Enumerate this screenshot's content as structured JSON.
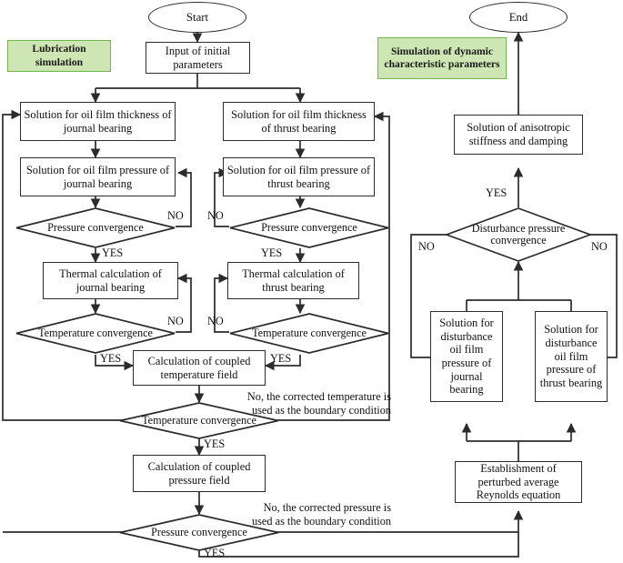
{
  "diagram": {
    "title": "Lubrication and dynamic characteristic simulation flowchart",
    "legends": [
      {
        "id": "lubrication",
        "label": "Lubrication simulation",
        "fill": "#cde6b4",
        "stroke": "#76b349"
      },
      {
        "id": "dynamic",
        "label": "Simulation of dynamic characteristic parameters",
        "fill": "#cde6b4",
        "stroke": "#76b349"
      }
    ],
    "terminals": [
      {
        "id": "start",
        "label": "Start"
      },
      {
        "id": "end",
        "label": "End"
      }
    ],
    "processes": [
      {
        "id": "input-initial-parameters",
        "label": "Input of initial parameters"
      },
      {
        "id": "oil-film-thickness-journal",
        "label": "Solution for oil film thickness of journal bearing"
      },
      {
        "id": "oil-film-thickness-thrust",
        "label": "Solution for oil film thickness of thrust bearing"
      },
      {
        "id": "oil-film-pressure-journal",
        "label": "Solution for oil film pressure of journal bearing"
      },
      {
        "id": "oil-film-pressure-thrust",
        "label": "Solution for oil film pressure of thrust bearing"
      },
      {
        "id": "thermal-calculation-journal",
        "label": "Thermal calculation of journal bearing"
      },
      {
        "id": "thermal-calculation-thrust",
        "label": "Thermal calculation of thrust bearing"
      },
      {
        "id": "coupled-temperature-field",
        "label": "Calculation of coupled temperature field"
      },
      {
        "id": "coupled-pressure-field",
        "label": "Calculation of coupled pressure field"
      },
      {
        "id": "anisotropic-stiffness-damping",
        "label": "Solution of anisotropic stiffness and damping"
      },
      {
        "id": "disturbance-pressure-journal",
        "label": "Solution for disturbance oil film pressure of journal bearing"
      },
      {
        "id": "disturbance-pressure-thrust",
        "label": "Solution for disturbance oil film pressure of thrust bearing"
      },
      {
        "id": "perturbed-reynolds-equation",
        "label": "Establishment of perturbed average Reynolds equation"
      }
    ],
    "decisions": [
      {
        "id": "pressure-convergence-journal",
        "label": "Pressure convergence"
      },
      {
        "id": "pressure-convergence-thrust",
        "label": "Pressure convergence"
      },
      {
        "id": "temperature-convergence-journal",
        "label": "Temperature convergence"
      },
      {
        "id": "temperature-convergence-thrust",
        "label": "Temperature convergence"
      },
      {
        "id": "temperature-convergence-coupled",
        "label": "Temperature convergence"
      },
      {
        "id": "pressure-convergence-coupled",
        "label": "Pressure convergence"
      },
      {
        "id": "disturbance-pressure-convergence",
        "label": "Disturbance pressure convergence"
      }
    ],
    "edge_labels": {
      "yes": "YES",
      "no": "NO",
      "pc_journal_no": "NO",
      "pc_journal_yes": "YES",
      "pc_thrust_no": "NO",
      "pc_thrust_yes": "YES",
      "tc_journal_no": "NO",
      "tc_journal_yes": "YES",
      "tc_thrust_no": "NO",
      "tc_thrust_yes": "YES",
      "tc_coupled_yes": "YES",
      "pc_coupled_yes": "YES",
      "dpc_yes": "YES",
      "dpc_no_left": "NO",
      "dpc_no_right": "NO"
    },
    "notes": [
      {
        "id": "corrected-temperature-note",
        "line1": "No, the corrected temperature is",
        "line2": "used as the boundary condition"
      },
      {
        "id": "corrected-pressure-note",
        "line1": "No, the corrected pressure is",
        "line2": "used as the boundary condition"
      }
    ]
  }
}
